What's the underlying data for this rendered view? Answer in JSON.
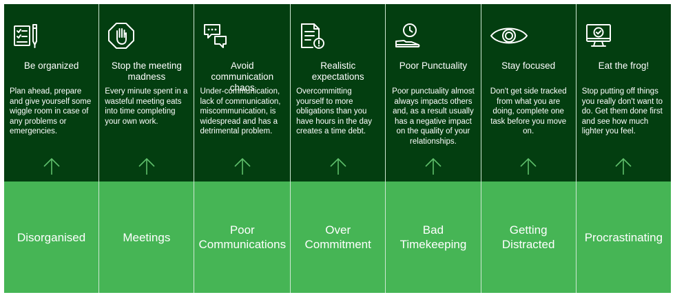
{
  "columns": [
    {
      "icon": "checklist-pen-icon",
      "title": "Be organized",
      "description": "Plan ahead, prepare and give yourself some wiggle room in case of any problems or emergencies.",
      "label": "Disorganised"
    },
    {
      "icon": "stop-hand-icon",
      "title": "Stop the meeting madness",
      "description": "Every minute spent in a wasteful meeting eats into time completing your own work.",
      "label": "Meetings"
    },
    {
      "icon": "chat-bubbles-icon",
      "title": "Avoid communication chaos",
      "description": "Under-communication, lack of communication, miscommunication, is widespread and has a detrimental problem.",
      "label": "Poor Communications"
    },
    {
      "icon": "document-alert-icon",
      "title": "Realistic expectations",
      "description": "Overcommitting yourself to more obligations than you have hours in the day creates a time debt.",
      "label": "Over Commitment"
    },
    {
      "icon": "clock-shoe-icon",
      "title": "Poor Punctuality",
      "description": "Poor punctuality almost always impacts others and, as a result usually has a negative impact on the quality of your relationships.",
      "label": "Bad Timekeeping"
    },
    {
      "icon": "eye-icon",
      "title": "Stay focused",
      "description": "Don't get side tracked from what you are doing, complete one task before you move on.",
      "label": "Getting Distracted"
    },
    {
      "icon": "monitor-check-icon",
      "title": "Eat the frog!",
      "description": "Stop putting off things you really don't want to do. Get them done first and see how much lighter you feel.",
      "label": "Procrastinating"
    }
  ],
  "colors": {
    "top_background": "#033e10",
    "bottom_background": "#46b555",
    "text": "#ffffff"
  }
}
